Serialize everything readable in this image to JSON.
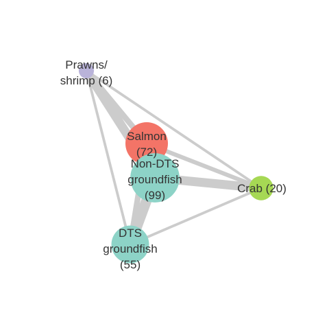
{
  "colors": {
    "edge": "#cccccc",
    "label": "#333333",
    "background": "#ffffff"
  },
  "network": {
    "nodes": [
      {
        "id": "prawns",
        "label_lines": [
          "Prawns/",
          "shrimp (6)"
        ],
        "value": 6,
        "color": "#b9b3d9"
      },
      {
        "id": "salmon",
        "label_lines": [
          "Salmon",
          "(72)"
        ],
        "value": 72,
        "color": "#f37467"
      },
      {
        "id": "non-dts",
        "label_lines": [
          "Non-DTS",
          "groundfish",
          "(99)"
        ],
        "value": 99,
        "color": "#8dd3c7"
      },
      {
        "id": "crab",
        "label_lines": [
          "Crab (20)"
        ],
        "value": 20,
        "color": "#a6d854"
      },
      {
        "id": "dts",
        "label_lines": [
          "DTS",
          "groundfish",
          "(55)"
        ],
        "value": 55,
        "color": "#8dd3c7"
      }
    ],
    "edges": [
      {
        "from": "prawns",
        "to": "non-dts",
        "weight": 5
      },
      {
        "from": "prawns",
        "to": "salmon",
        "weight": 3
      },
      {
        "from": "prawns",
        "to": "crab",
        "weight": 1
      },
      {
        "from": "prawns",
        "to": "dts",
        "weight": 1
      },
      {
        "from": "salmon",
        "to": "non-dts",
        "weight": 5
      },
      {
        "from": "salmon",
        "to": "crab",
        "weight": 2
      },
      {
        "from": "salmon",
        "to": "dts",
        "weight": 3
      },
      {
        "from": "non-dts",
        "to": "crab",
        "weight": 5
      },
      {
        "from": "non-dts",
        "to": "dts",
        "weight": 6
      },
      {
        "from": "dts",
        "to": "crab",
        "weight": 1
      }
    ]
  }
}
